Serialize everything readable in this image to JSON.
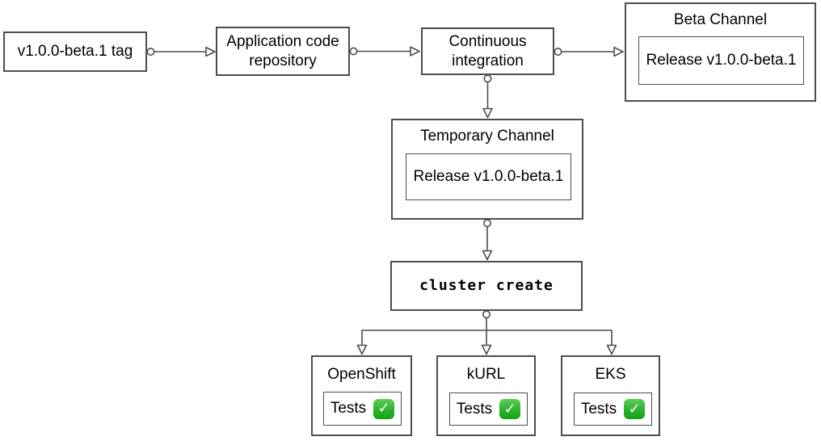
{
  "canvas": {
    "background": "#ffffff",
    "line_color": "#4d4d4d",
    "text_color": "#000000"
  },
  "nodes": {
    "tag": {
      "label": "v1.0.0-beta.1 tag"
    },
    "app_repo": {
      "label": "Application code repository"
    },
    "ci": {
      "label": "Continuous integration"
    },
    "beta_channel": {
      "title": "Beta Channel",
      "release_label": "Release v1.0.0-beta.1"
    },
    "temp_channel": {
      "title": "Temporary Channel",
      "release_label": "Release v1.0.0-beta.1"
    },
    "cluster_create": {
      "label": "cluster create"
    },
    "clusters": [
      {
        "title": "OpenShift",
        "tests_label": "Tests",
        "status": "pass",
        "status_icon": "green-check",
        "check_glyph": "✓"
      },
      {
        "title": "kURL",
        "tests_label": "Tests",
        "status": "pass",
        "status_icon": "green-check",
        "check_glyph": "✓"
      },
      {
        "title": "EKS",
        "tests_label": "Tests",
        "status": "pass",
        "status_icon": "green-check",
        "check_glyph": "✓"
      }
    ]
  },
  "colors": {
    "check_green_top": "#62cc58",
    "check_green_bottom": "#17a117",
    "check_mark": "#ffffff"
  }
}
